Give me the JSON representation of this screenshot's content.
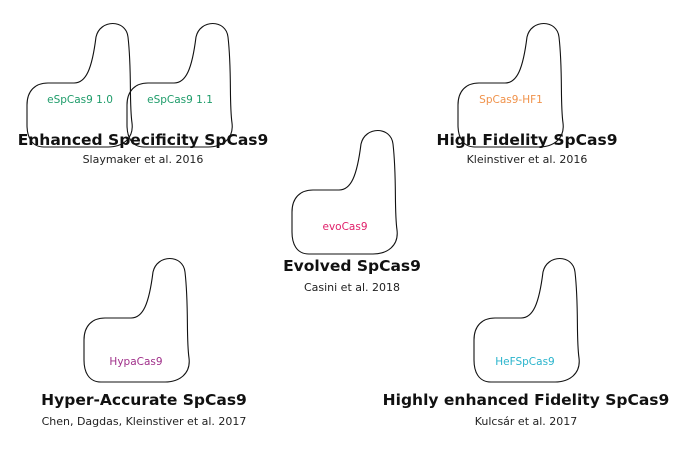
{
  "groups": {
    "espcas9": {
      "title": "Enhanced Specificity SpCas9",
      "citation": "Slaymaker et al. 2016",
      "variants": [
        "eSpCas9 1.0",
        "eSpCas9 1.1"
      ],
      "color": "#1e9c6a"
    },
    "hf": {
      "title": "High Fidelity SpCas9",
      "citation": "Kleinstiver et al. 2016",
      "variants": [
        "SpCas9-HF1"
      ],
      "color": "#f0924a"
    },
    "evo": {
      "title": "Evolved SpCas9",
      "citation": "Casini et al. 2018",
      "variants": [
        "evoCas9"
      ],
      "color": "#e0206a"
    },
    "hypa": {
      "title": "Hyper-Accurate SpCas9",
      "citation": "Chen, Dagdas, Kleinstiver et al. 2017",
      "variants": [
        "HypaCas9"
      ],
      "color": "#a0308a"
    },
    "hef": {
      "title": "Highly enhanced Fidelity SpCas9",
      "citation": "Kulcsár et al. 2017",
      "variants": [
        "HeFSpCas9"
      ],
      "color": "#2ab4cc"
    }
  }
}
